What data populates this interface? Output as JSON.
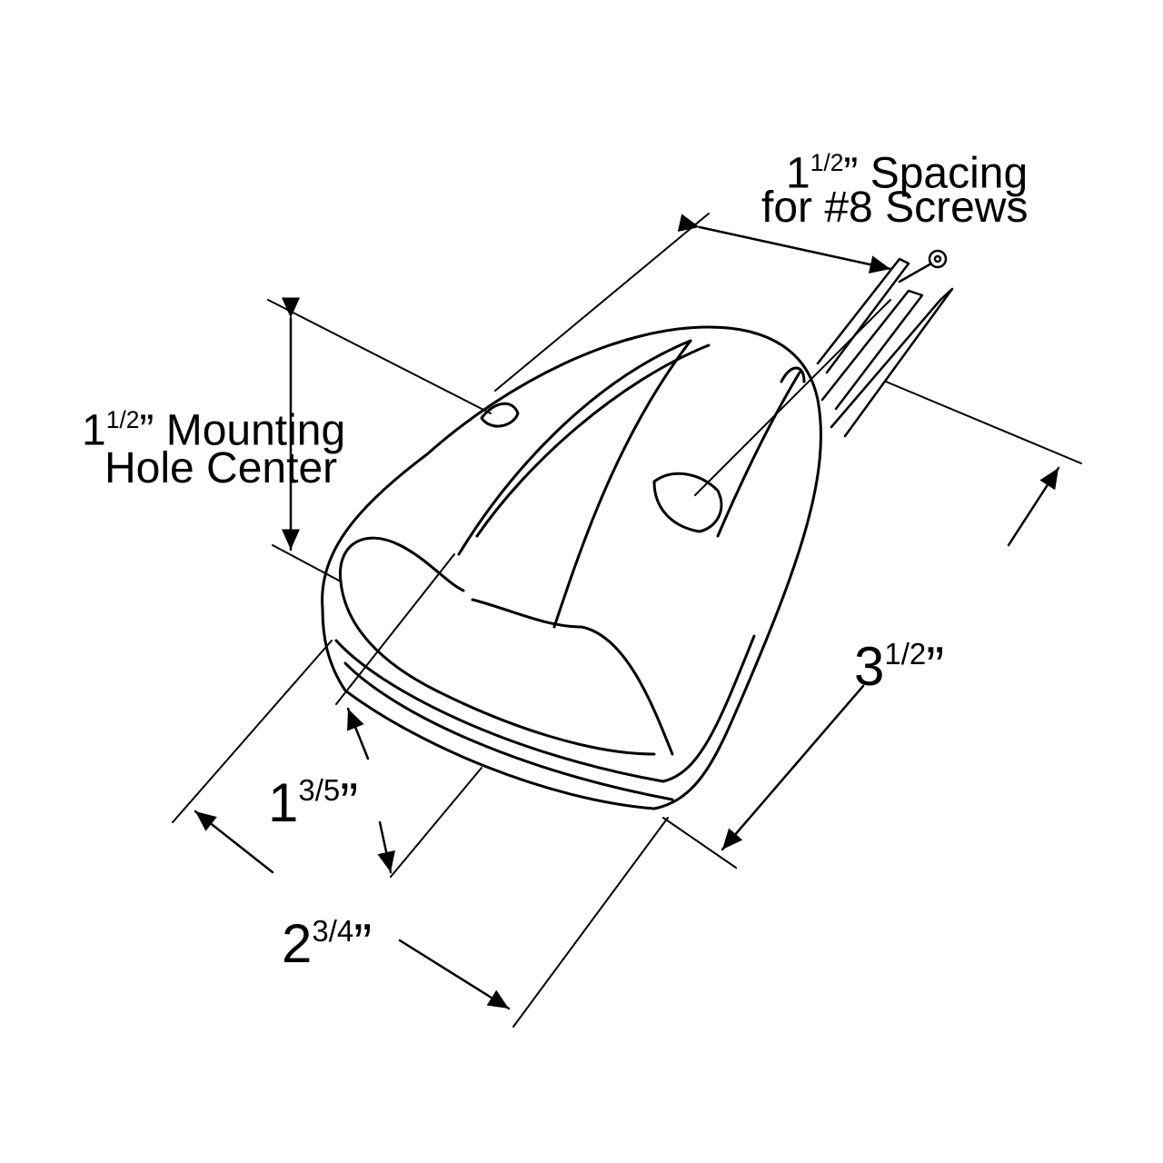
{
  "labels": {
    "spacing": {
      "whole": "1",
      "frac": "1/2",
      "rest": "” Spacing",
      "line2": "for #8 Screws"
    },
    "mounting": {
      "whole": "1",
      "frac": "1/2",
      "rest": "” Mounting",
      "line2": "Hole Center"
    },
    "length": {
      "whole": "3",
      "frac": "1/2",
      "rest": "”"
    },
    "height": {
      "whole": "1",
      "frac": "3/5",
      "rest": "”"
    },
    "width": {
      "whole": "2",
      "frac": "3/4",
      "rest": "”"
    }
  },
  "colors": {
    "line": "#000000",
    "background": "#ffffff"
  }
}
